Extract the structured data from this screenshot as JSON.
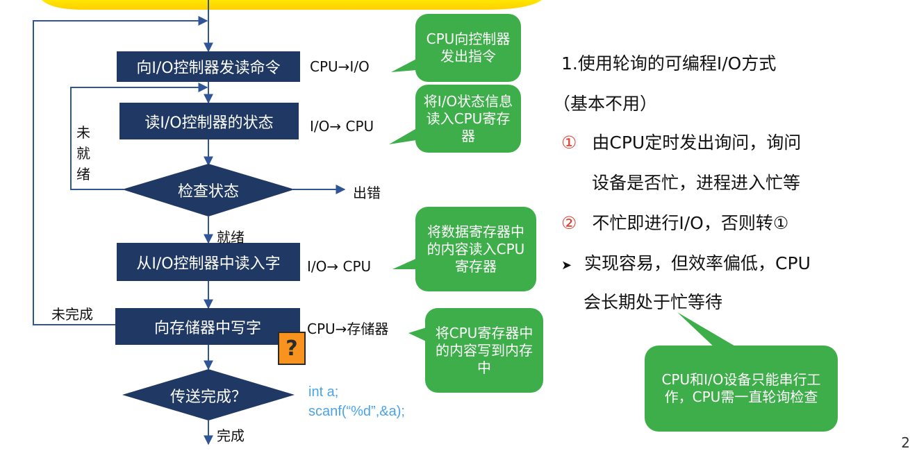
{
  "flow": {
    "box1": "向I/O控制器发读命令",
    "box2": "读I/O控制器的状态",
    "diamond1": "检查状态",
    "box3": "从I/O控制器中读入字",
    "box4": "向存储器中写字",
    "diamond2": "传送完成？",
    "not_ready": "未就绪",
    "ready": "就绪",
    "error": "出错",
    "not_done": "未完成",
    "done": "完成"
  },
  "transfers": {
    "t1": "CPU→I/O",
    "t2": "I/O→ CPU",
    "t3": "I/O→ CPU",
    "t4": "CPU→存储器"
  },
  "bubbles": {
    "b1": "CPU向控制器发出指令",
    "b2": "将I/O状态信息读入CPU寄存器",
    "b3": "将数据寄存器中的内容读入CPU寄存器",
    "b4": "将CPU寄存器中的内容写到内存中",
    "b5": "CPU和I/O设备只能串行工作，CPU需一直轮询检查"
  },
  "code": [
    "int a;",
    "scanf(“%d”,&a);"
  ],
  "right": {
    "title1": "1.使用轮询的可编程I/O方式",
    "title2": "（基本不用）",
    "item1_num": "①",
    "item1_a": "由CPU定时发出询问，询问",
    "item1_b": "设备是否忙，进程进入忙等",
    "item2_num": "②",
    "item2_text": "不忙即进行I/O，否则转①",
    "item3_bullet": "➤",
    "item3_a": "实现容易，但效率偏低，CPU",
    "item3_b": "会长期处于忙等待"
  },
  "question_mark": "?",
  "page_number": "2",
  "colors": {
    "box": "#1f3864",
    "bubble": "#3dae49",
    "accent": "#e33a2b",
    "code": "#4aa3e8",
    "banner": "#ffd800"
  }
}
